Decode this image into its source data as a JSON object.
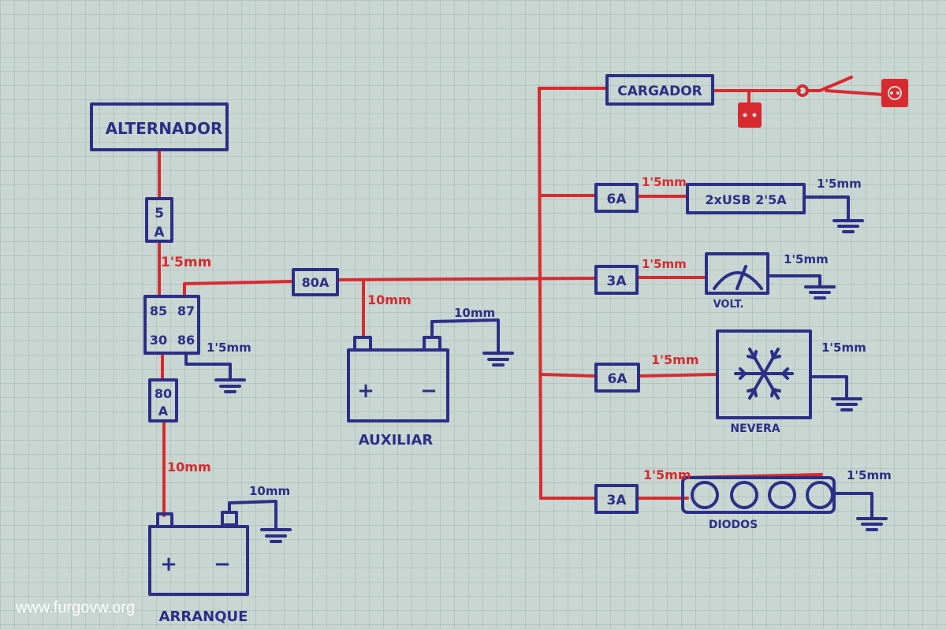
{
  "labels": {
    "alternador": "ALTERNADOR",
    "cargador": "CARGADOR",
    "usb": "2xUSB 2'5A",
    "volt": "VOLT.",
    "nevera": "NEVERA",
    "diodos": "DIODOS",
    "auxiliar": "AUXILIAR",
    "arranque": "ARRANQUE",
    "relay_pins": [
      "85",
      "87",
      "30",
      "86"
    ],
    "battery_plus": "+",
    "battery_minus": "−"
  },
  "fuses": {
    "alt_top": [
      "5",
      "A"
    ],
    "alt_bottom": [
      "80",
      "A"
    ],
    "main": "80A",
    "usb": "6A",
    "volt": "3A",
    "nevera": "6A",
    "diodos": "3A"
  },
  "wires": {
    "relay_in": "1'5mm",
    "aux_feed": "10mm",
    "aux_ground": "10mm",
    "relay_ground": "1'5mm",
    "arranque_feed": "10mm",
    "arranque_ground": "10mm",
    "usb_feed": "1'5mm",
    "usb_ground": "1'5mm",
    "volt_feed": "1'5mm",
    "volt_ground": "1'5mm",
    "nevera_feed": "1'5mm",
    "nevera_ground": "1'5mm",
    "diodos_feed": "1'5mm",
    "diodos_ground": "1'5mm"
  },
  "watermark": "www.furgovw.org",
  "colors": {
    "ink_blue": "#2c2f86",
    "ink_red": "#d82a2e",
    "paper": "#c9d6d2",
    "grid": "#9fb5b3"
  }
}
